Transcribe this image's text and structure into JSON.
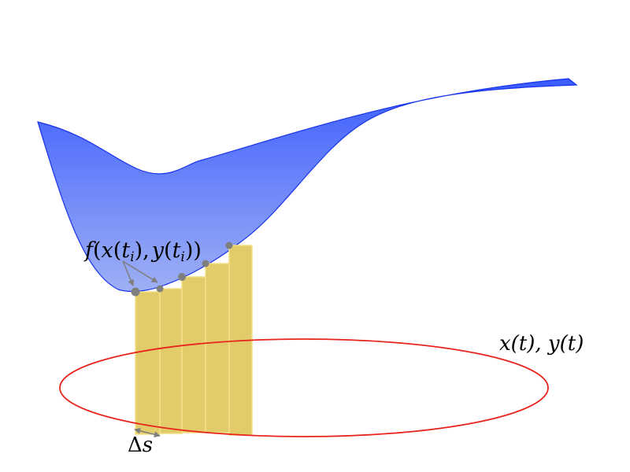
{
  "labels": {
    "f_x": "f",
    "open1": "(",
    "x1": "x",
    "open2": "(",
    "t1": "t",
    "i1": "i",
    "close_comma": "),",
    "y1": "y",
    "open3": "(",
    "t2": "t",
    "i2": "i",
    "close_all": "))",
    "curve_param": "x(t), y(t)",
    "delta": "Δ",
    "s": "s"
  },
  "colors": {
    "surface_top": "#3a5cff",
    "surface_bottom": "#9fb0f4",
    "surface_edge": "#1833ee",
    "bar_fill": "#e2cc6a",
    "bar_edge": "#f2df86",
    "ellipse": "#e8231c",
    "point": "#7f7f7f",
    "arrow": "#7f7f7f"
  },
  "bar_count": 5,
  "sample_point_count": 5
}
